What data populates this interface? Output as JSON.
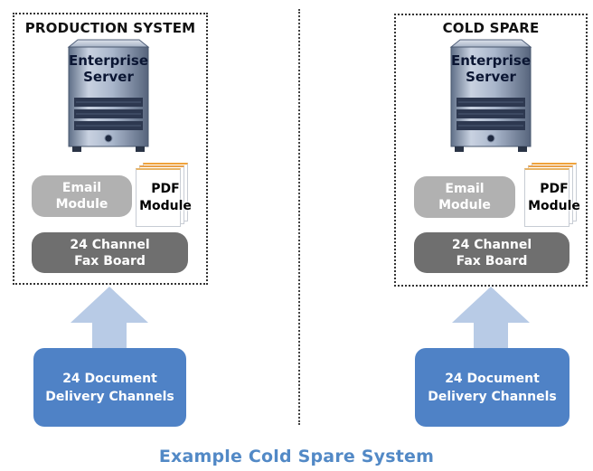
{
  "systems": [
    {
      "title": "PRODUCTION SYSTEM",
      "server": {
        "line1": "Enterprise",
        "line2": "Server",
        "icon": "server-tower-icon"
      },
      "email": {
        "line1": "Email",
        "line2": "Module"
      },
      "pdf": {
        "line1": "PDF",
        "line2": "Module",
        "icon": "document-stack-icon"
      },
      "fax": {
        "line1": "24 Channel",
        "line2": "Fax Board"
      },
      "channels": {
        "line1": "24 Document",
        "line2": "Delivery Channels"
      }
    },
    {
      "title": "COLD SPARE",
      "server": {
        "line1": "Enterprise",
        "line2": "Server",
        "icon": "server-tower-icon"
      },
      "email": {
        "line1": "Email",
        "line2": "Module"
      },
      "pdf": {
        "line1": "PDF",
        "line2": "Module",
        "icon": "document-stack-icon"
      },
      "fax": {
        "line1": "24 Channel",
        "line2": "Fax Board"
      },
      "channels": {
        "line1": "24 Document",
        "line2": "Delivery Channels"
      }
    }
  ],
  "caption": "Example Cold Spare System",
  "colors": {
    "channel_box": "#4f82c6",
    "arrow": "#b8cbe6",
    "email_module": "#b1b1b1",
    "fax_board": "#6f6f6f",
    "caption": "#5289c6"
  }
}
